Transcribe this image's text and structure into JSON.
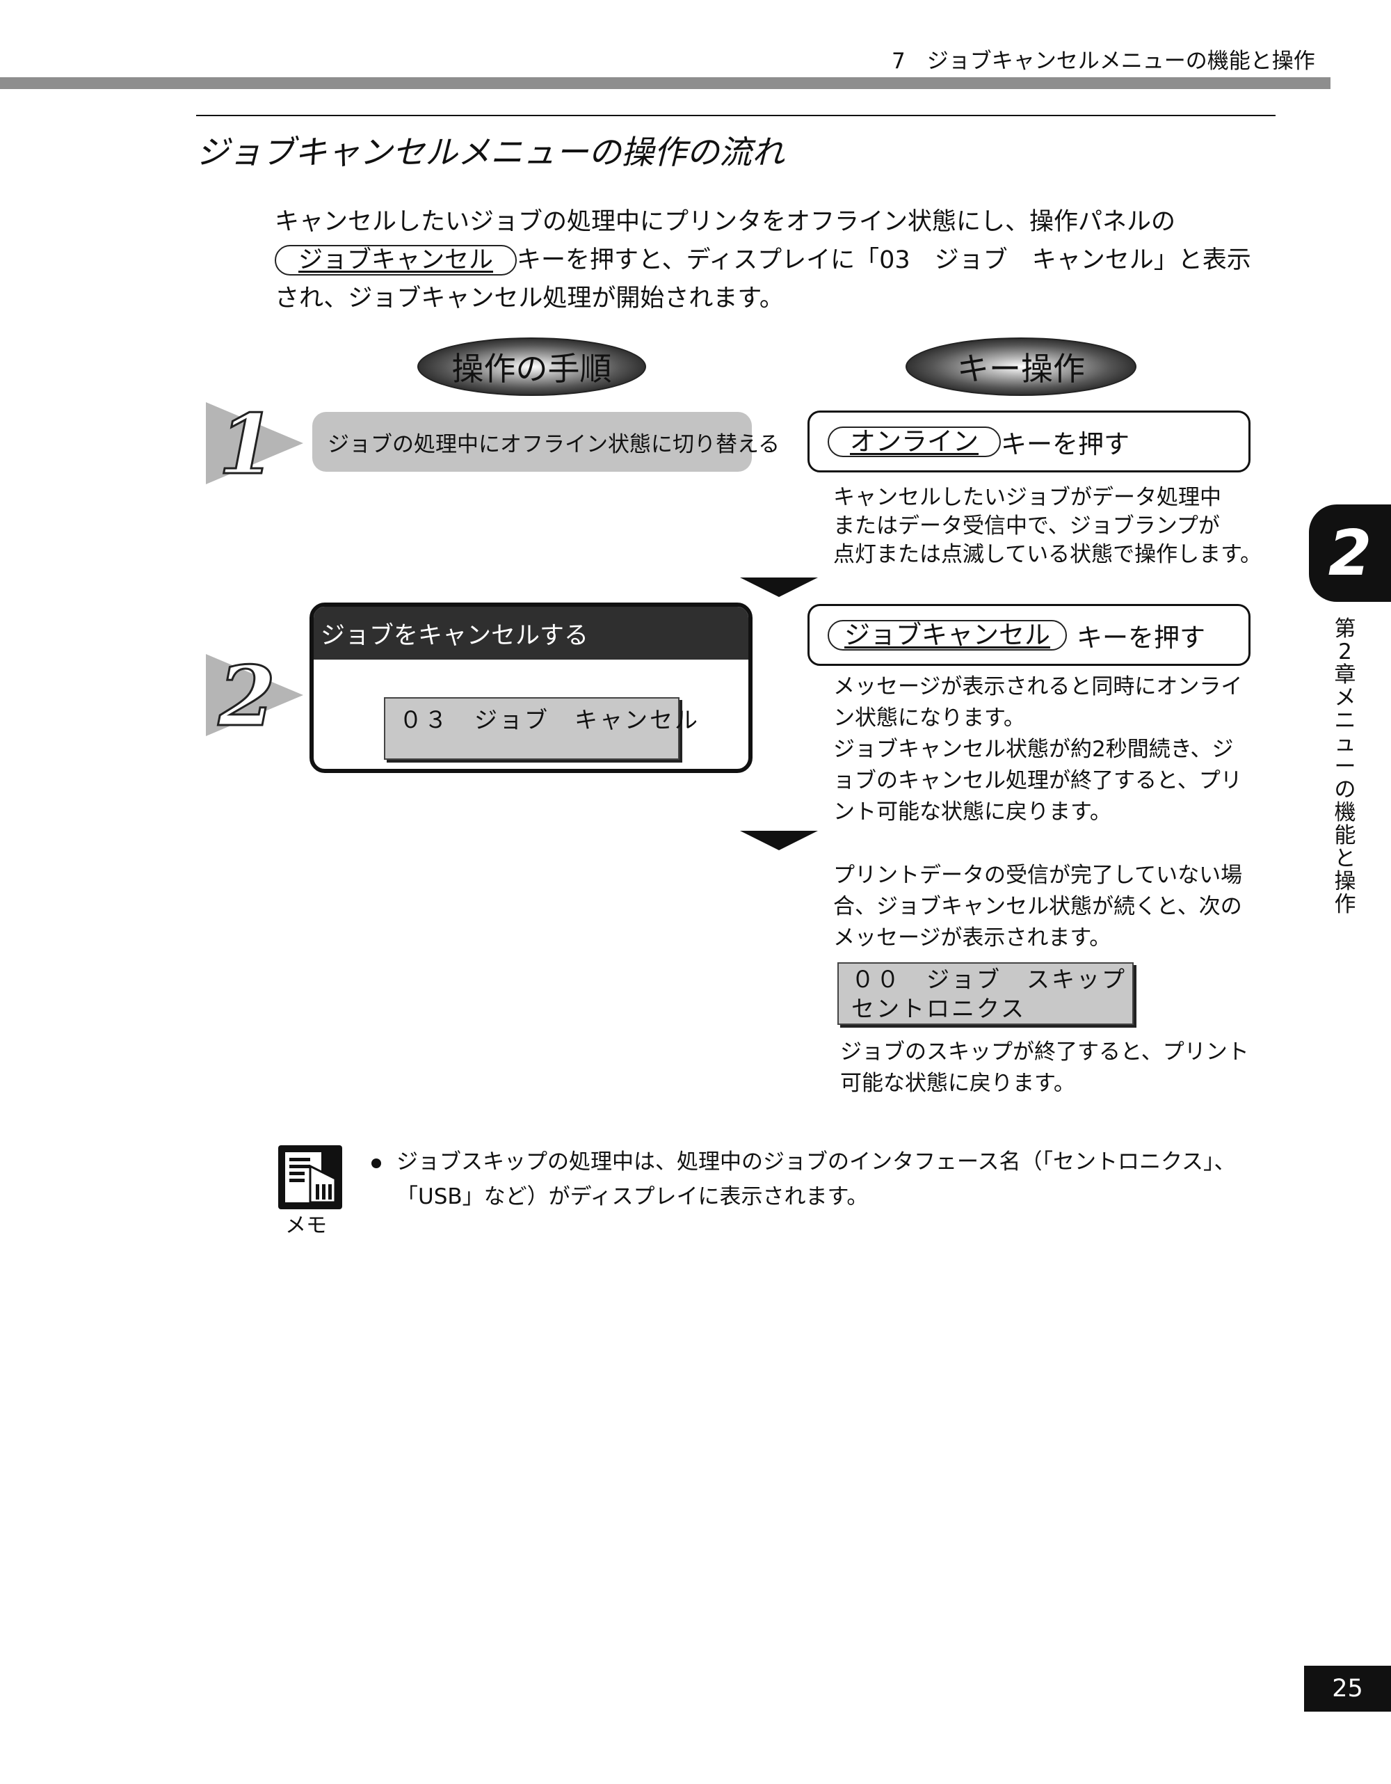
{
  "header": {
    "title": "7　ジョブキャンセルメニューの機能と操作"
  },
  "section": {
    "title": "ジョブキャンセルメニューの操作の流れ"
  },
  "intro": {
    "line1": "キャンセルしたいジョブの処理中にプリンタをオフライン状態にし、操作パネルの",
    "key_label": "ジョブキャンセル",
    "line2_rest": "キーを押すと、ディスプレイに「03　ジョブ　キャンセル」と表示",
    "line3": "され、ジョブキャンセル処理が開始されます。"
  },
  "headings": {
    "procedure": "操作の手順",
    "key_operation": "キー操作"
  },
  "step1": {
    "number": "1",
    "action": "ジョブの処理中にオフライン状態に切り替える",
    "key_label": "オンライン",
    "key_suffix": "キーを押す",
    "desc": [
      "キャンセルしたいジョブがデータ処理中",
      "またはデータ受信中で、ジョブランプが",
      "点灯または点滅している状態で操作します。"
    ]
  },
  "step2": {
    "number": "2",
    "action": "ジョブをキャンセルする",
    "display": "０３　ジョブ　キャンセル",
    "key_label": "ジョブキャンセル",
    "key_suffix": "キーを押す",
    "desc": [
      "メッセージが表示されると同時にオンライ",
      "ン状態になります。",
      "ジョブキャンセル状態が約2秒間続き、ジ",
      "ョブのキャンセル処理が終了すると、プリ",
      "ント可能な状態に戻ります。"
    ]
  },
  "step3": {
    "desc": [
      "プリントデータの受信が完了していない場",
      "合、ジョブキャンセル状態が続くと、次の",
      "メッセージが表示されます。"
    ],
    "display_line1": "００　ジョブ　スキップ",
    "display_line2": "セントロニクス",
    "after": [
      "ジョブのスキップが終了すると、プリント",
      "可能な状態に戻ります。"
    ]
  },
  "chapter": {
    "number": "2",
    "label": "第2章　メニューの機能と操作"
  },
  "memo": {
    "label": "メモ",
    "icon": "memo-icon",
    "line1": "ジョブスキップの処理中は、処理中のジョブのインタフェース名（「セントロニクス」、",
    "line2": "「USB」など）がディスプレイに表示されます。"
  },
  "page": {
    "number": "25"
  }
}
